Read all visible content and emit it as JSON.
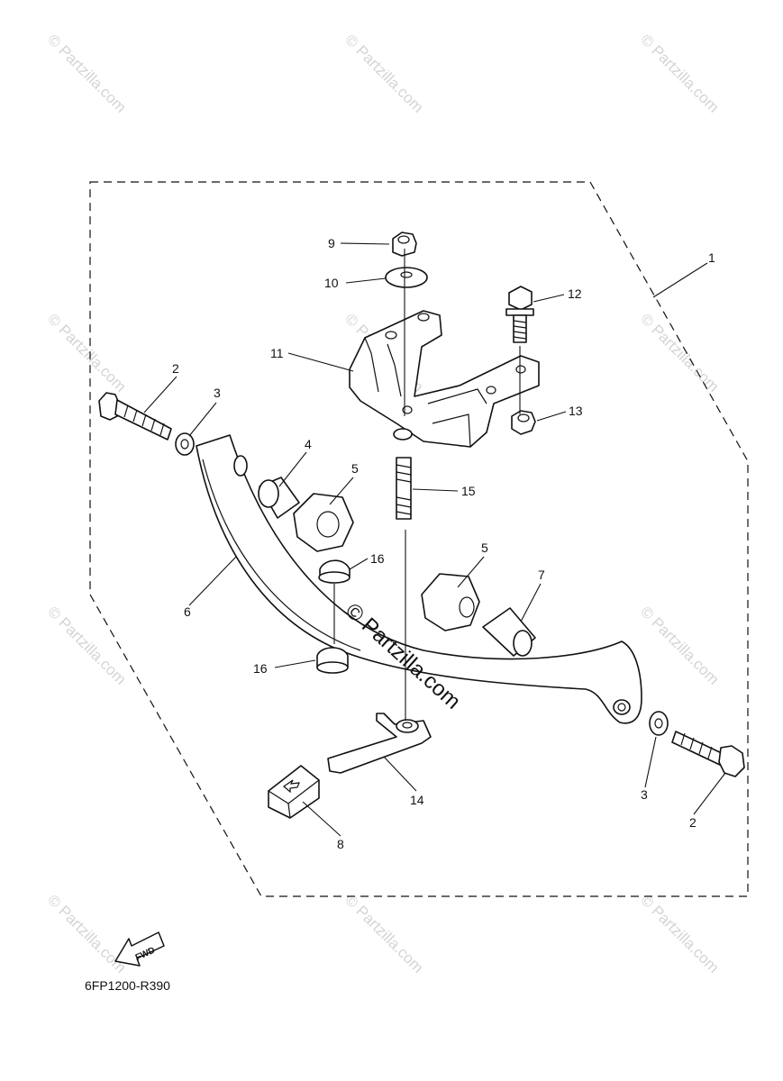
{
  "diagram_code": "6FP1200-R390",
  "fwd_label": "FWD",
  "watermark_text": "© Partzilla.com",
  "center_watermark": "© Partzilla.com",
  "callouts": {
    "c1": "1",
    "c2a": "2",
    "c2b": "2",
    "c3a": "3",
    "c3b": "3",
    "c4": "4",
    "c5a": "5",
    "c5b": "5",
    "c6": "6",
    "c7": "7",
    "c8": "8",
    "c9": "9",
    "c10": "10",
    "c11": "11",
    "c12": "12",
    "c13": "13",
    "c14": "14",
    "c15": "15",
    "c16a": "16",
    "c16b": "16"
  },
  "colors": {
    "line": "#111111",
    "watermark": "#d4d4d4",
    "background": "#ffffff"
  }
}
